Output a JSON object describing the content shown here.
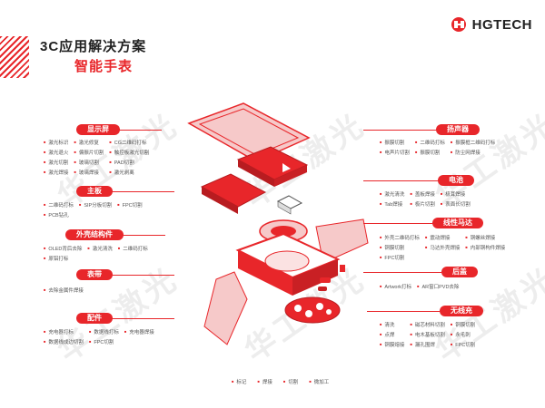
{
  "brand": {
    "name": "HGTECH"
  },
  "header": {
    "title": "3C应用解决方案",
    "subtitle": "智能手表"
  },
  "watermark": "华工激光",
  "colors": {
    "accent": "#e8262a",
    "light": "#f6c9c9"
  },
  "sections": {
    "display": {
      "label": "显示屏",
      "items": [
        "激光标识",
        "激光修复",
        "CG二维码打标",
        "激光退火",
        "偏振片切割",
        "触控板激光切割",
        "激光切割",
        "玻璃切割",
        "PAD切割",
        "激光焊接",
        "玻璃焊接",
        "激光剥离"
      ]
    },
    "mainboard": {
      "label": "主板",
      "items": [
        "二维码打标",
        "SIP分板切割",
        "FPC切割",
        "PCB钻孔"
      ]
    },
    "frame": {
      "label": "外壳结构件",
      "items": [
        "OLED背后去除",
        "激光清洗",
        "二维码打标",
        "原铝打标"
      ]
    },
    "strap": {
      "label": "表带",
      "items": [
        "去除金属件焊接"
      ]
    },
    "accessory": {
      "label": "配件",
      "items": [
        "充电器打标",
        "数据线打标",
        "充电器焊接",
        "数据线成边切割",
        "FPC切割"
      ]
    },
    "speaker": {
      "label": "扬声器",
      "items": [
        "振膜切割",
        "二维码打标",
        "振膜框二维码打标",
        "电声片切割",
        "振膜切割",
        "防尘网焊接"
      ]
    },
    "battery": {
      "label": "电池",
      "items": [
        "激光清洗",
        "盖板焊接",
        "极耳焊接",
        "Tab焊接",
        "极片切割",
        "表面长切割"
      ]
    },
    "motor": {
      "label": "线性马达",
      "items": [
        "外壳二维码打标",
        "震动焊接",
        "铜螺丝焊接",
        "铜膜切割",
        "马达外壳焊接",
        "内部铜构件焊接",
        "FPC切割"
      ]
    },
    "backcover": {
      "label": "后盖",
      "items": [
        "Artwork打标",
        "AR窗口PVD去除"
      ]
    },
    "wireless": {
      "label": "无线充",
      "items": [
        "清洗",
        "磁芯材料切割",
        "铜膜切割",
        "点焊",
        "电木基板切割",
        "永毛刺",
        "铜膜熔接",
        "漏孔围焊",
        "FPC切割"
      ]
    }
  },
  "legend": [
    "标记",
    "焊接",
    "切割",
    "微加工"
  ]
}
